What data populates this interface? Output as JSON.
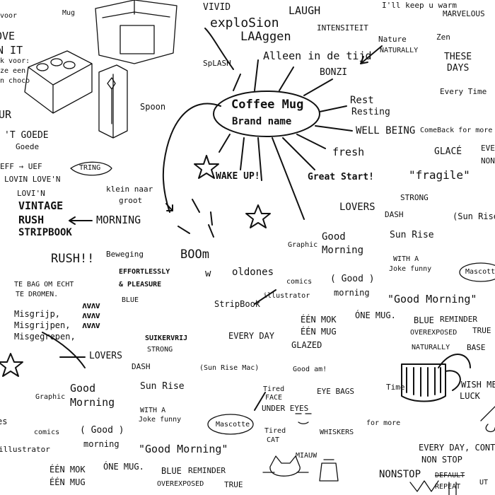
{
  "center": {
    "line1": "Coffee Mug",
    "line2": "Brand name"
  },
  "words": {
    "mug": "Mug",
    "love": "OVE",
    "love_it": "N IT",
    "voor": "voor",
    "k_voor": "k voor:",
    "ze_een": "ze een",
    "n_choco": "n choco",
    "ur": "UR",
    "spoon": "Spoon",
    "goede1": "'T GOEDE",
    "goede2": "Goede",
    "eff": "EFF → UEF",
    "lovin1": "LOVIN LOVE'N",
    "lovin2": "LOVI'N",
    "vintage": "VINTAGE",
    "rush1": "RUSH",
    "morning1": "MORNING",
    "stripbook1": "STRIPBOOK",
    "tring": "TRING",
    "klein": "klein naar",
    "groot": "groot",
    "wake": "WAKE UP!",
    "vivid": "VIVID",
    "explosion": "exploSion",
    "laugh": "LAUGH",
    "intensiteit": "INTENSITEIT",
    "laaggen": "LAAggen",
    "splash": "SpLASH",
    "alleen": "Alleen in de tijd",
    "bonzi": "BONZI",
    "nature": "Nature",
    "naturally1": "NATURALLY",
    "rest": "Rest",
    "resting": "Resting",
    "wellbeing": "WELL BEING",
    "fresh": "fresh",
    "great": "Great Start!",
    "lovers1": "LOVERS",
    "keep": "I'll keep u warm",
    "marvelous": "MARVELOUS",
    "zen": "Zen",
    "these": "THESE",
    "days": "DAYS",
    "everytime": "Every Time",
    "comeback": "ComeBack for more",
    "glace": "GLACÉ",
    "every_r": "EVE",
    "non_r": "NON",
    "fragile": "\"fragile\"",
    "strong1": "STRONG",
    "dash1": "DASH",
    "sunrise_paren1": "(Sun Rise",
    "sunrise1": "Sun Rise",
    "with_a1": "WITH A",
    "joke_funny1": "Joke funny",
    "mascotte1": "Mascotte",
    "good_morning_q1": "\"Good Morning\"",
    "good1": "Good",
    "morning_g1": "Morning",
    "graphic1": "Graphic",
    "boom": "BOOm",
    "w": "w",
    "oldones": "oldones",
    "comics1": "comics",
    "good_paren1": "( Good )",
    "morning_s1": "morning",
    "stripbook2": "StripBook",
    "illustrator1": "illustrator",
    "een_mok1": "ÉÉN MOK",
    "een_mug1": "ÉÉN MUG",
    "glazed": "GLAZED",
    "one_mug1": "ÓNE MUG.",
    "blue1": "BLUE",
    "reminder1": "REMINDER",
    "overexposed1": "OVEREXPOSED",
    "true1": "TRUE",
    "naturally2": "NATURALLY",
    "base": "BASE",
    "rush2": "RUSH!!",
    "beweging": "Beweging",
    "effortlessly": "EFFORTLESSLY",
    "pleasure": "& PLEASURE",
    "blue2": "BLUE",
    "tebag1": "TE BAG OM ECHT",
    "tebag2": "TE DROMEN.",
    "misgrijp1": "Misgrijp,",
    "misgrijp2": "Misgrijpen,",
    "misgrijp3": "Misgegrepen,",
    "suikervrij": "SUIKERVRIJ",
    "strong2": "STRONG",
    "everyday1": "EVERY DAY",
    "lovers2": "LOVERS",
    "dash2": "DASH",
    "sunrise_paren2": "(Sun Rise Mac)",
    "good_am": "Good am!",
    "time": "Time",
    "tired_face": "Tired",
    "face": "FACE",
    "under_eyes": "UNDER EYES",
    "eye_bags": "EYE BAGS",
    "tired_cat": "Tired",
    "cat": "CAT",
    "whiskers": "WHISKERS",
    "miauw": "MIAUW",
    "for_more": "for more",
    "wish_me": "WISH ME",
    "luck": "LUCK",
    "es": "es",
    "graphic2": "Graphic",
    "good2": "Good",
    "morning_g2": "Morning",
    "sunrise2": "Sun Rise",
    "with_a2": "WITH A",
    "joke_funny2": "Joke funny",
    "comics2": "comics",
    "good_paren2": "( Good )",
    "morning_s2": "morning",
    "mascotte2": "Mascotte",
    "good_morning_q2": "\"Good Morning\"",
    "illustrator2": "illustrator",
    "een_mok2": "ÉÉN MOK",
    "een_mug2": "ÉÉN MUG",
    "one_mug2": "ÓNE MUG.",
    "blue3": "BLUE",
    "reminder2": "REMINDER",
    "overexposed2": "OVEREXPOSED",
    "true2": "TRUE",
    "everyday2": "EVERY DAY, CONTINUING,",
    "nonstop1": "NON STOP",
    "nonstop2": "NONSTOP",
    "default": "DEFAULT",
    "repeat": "REPEAT",
    "ut": "UT",
    "wiggle": "ʌvʌv"
  }
}
